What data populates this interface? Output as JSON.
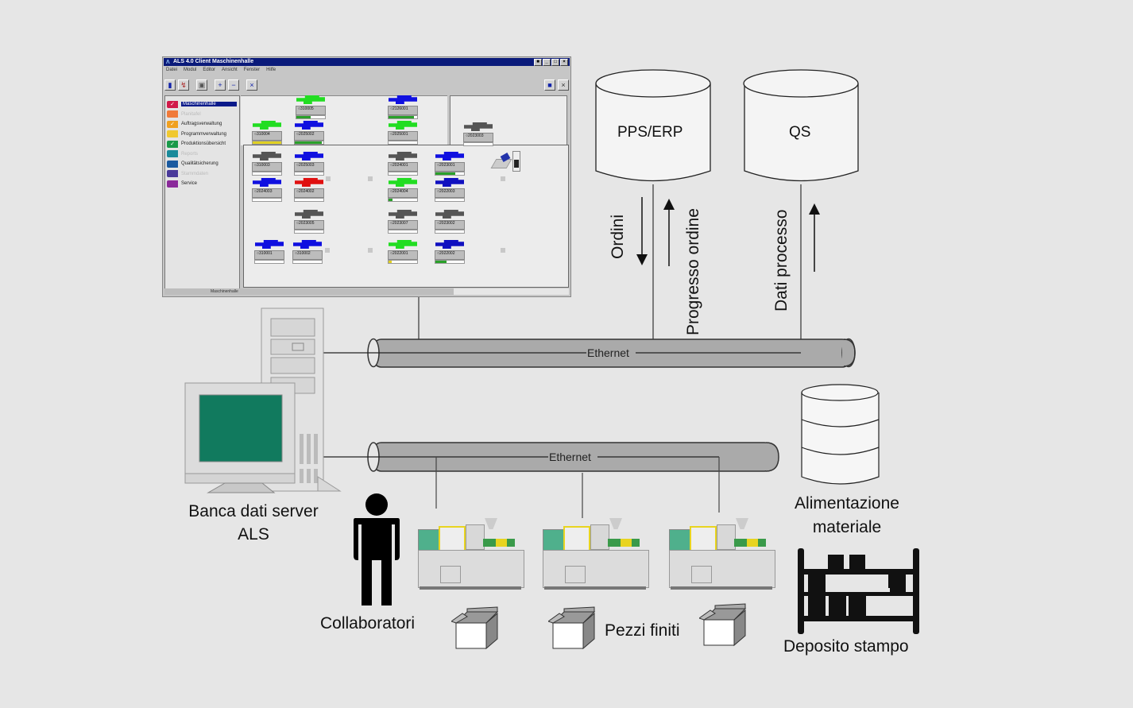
{
  "als_window": {
    "title": "ALS 4.0 Client Maschinenhalle",
    "menu": [
      "Datei",
      "Modul",
      "Editor",
      "Ansicht",
      "Fenster",
      "Hilfe"
    ],
    "toolbar_icons": [
      "info-icon",
      "connect-icon",
      "lock-icon",
      "plus-icon",
      "minus-icon",
      "close-x-icon"
    ],
    "sidebar": [
      {
        "label": "Maschinenhalle",
        "color": "#d11a4a",
        "checked": true,
        "active": true
      },
      {
        "label": "Planitafel",
        "color": "#f07a3a",
        "checked": false,
        "dim": true
      },
      {
        "label": "Auftragsverwaltung",
        "color": "#f0a020",
        "checked": true
      },
      {
        "label": "Programmverwaltung",
        "color": "#f0c830",
        "checked": false
      },
      {
        "label": "Produktionsübersicht",
        "color": "#1a9a4a",
        "checked": true
      },
      {
        "label": "Reports",
        "color": "#1a8a9a",
        "checked": false,
        "dim": true
      },
      {
        "label": "Qualitätsicherung",
        "color": "#1a5aa0",
        "checked": false
      },
      {
        "label": "Stammdaten",
        "color": "#4a3a9a",
        "checked": false,
        "dim": true
      },
      {
        "label": "Service",
        "color": "#8a2a9a",
        "checked": false
      }
    ],
    "statusbar_label": "Maschinenhalle",
    "machines": [
      {
        "id": "310005",
        "color": "#22dd22",
        "progress": 0.5,
        "bar": "#2aa02a"
      },
      {
        "id": "2126001",
        "color": "#1010e0",
        "progress": 0.9,
        "bar": "#2aa02a"
      },
      {
        "id": "310004",
        "color": "#22dd22",
        "progress": 1.0,
        "bar": "#e0d020"
      },
      {
        "id": "2025002",
        "color": "#1010e0",
        "progress": 0.95,
        "bar": "#2aa02a"
      },
      {
        "id": "2025001",
        "color": "#22dd22",
        "progress": 0.0,
        "bar": "#2aa02a"
      },
      {
        "id": "2023003",
        "color": "#555555",
        "progress": 0.0,
        "bar": "#2aa02a"
      },
      {
        "id": "310003",
        "color": "#555555",
        "progress": 0.0,
        "bar": "#2aa02a"
      },
      {
        "id": "2025003",
        "color": "#1010e0",
        "progress": 0.0,
        "bar": "#2aa02a"
      },
      {
        "id": "2024001",
        "color": "#555555",
        "progress": 0.0,
        "bar": "#2aa02a"
      },
      {
        "id": "2023001",
        "color": "#1010e0",
        "progress": 0.7,
        "bar": "#2aa02a"
      },
      {
        "id": "2024003",
        "color": "#1010e0",
        "progress": 0.0,
        "bar": "#2aa02a"
      },
      {
        "id": "2024002",
        "color": "#e01010",
        "progress": 0.0,
        "bar": "#2aa02a"
      },
      {
        "id": "2024004",
        "color": "#22dd22",
        "progress": 0.15,
        "bar": "#2aa02a"
      },
      {
        "id": "2022003",
        "color": "#1010c0",
        "progress": 0.0,
        "bar": "#2aa02a"
      },
      {
        "id": "2023005",
        "color": "#555555",
        "progress": 0.0,
        "bar": "#2aa02a"
      },
      {
        "id": "2023007",
        "color": "#555555",
        "progress": 0.0,
        "bar": "#2aa02a"
      },
      {
        "id": "2023002",
        "color": "#555555",
        "progress": 0.0,
        "bar": "#2aa02a"
      },
      {
        "id": "310001",
        "color": "#1010e0",
        "progress": 0.0,
        "bar": "#2aa02a"
      },
      {
        "id": "310002",
        "color": "#1010e0",
        "progress": 0.0,
        "bar": "#2aa02a"
      },
      {
        "id": "2022001",
        "color": "#22dd22",
        "progress": 0.1,
        "bar": "#e0d020"
      },
      {
        "id": "2022002",
        "color": "#1010c0",
        "progress": 0.4,
        "bar": "#2aa02a"
      }
    ]
  },
  "databases": {
    "erp": "PPS/ERP",
    "qs": "QS"
  },
  "flows": {
    "orders": "Ordini",
    "order_progress": "Progresso ordine",
    "process_data": "Dati processo"
  },
  "networks": {
    "upper": "Ethernet",
    "lower": "Ethernet"
  },
  "labels": {
    "server": [
      "Banca dati server",
      "ALS"
    ],
    "collaborators": "Collaboratori",
    "finished_parts": "Pezzi finiti",
    "material_supply": [
      "Alimentazione",
      "materiale"
    ],
    "mold_storage": "Deposito stampo"
  }
}
